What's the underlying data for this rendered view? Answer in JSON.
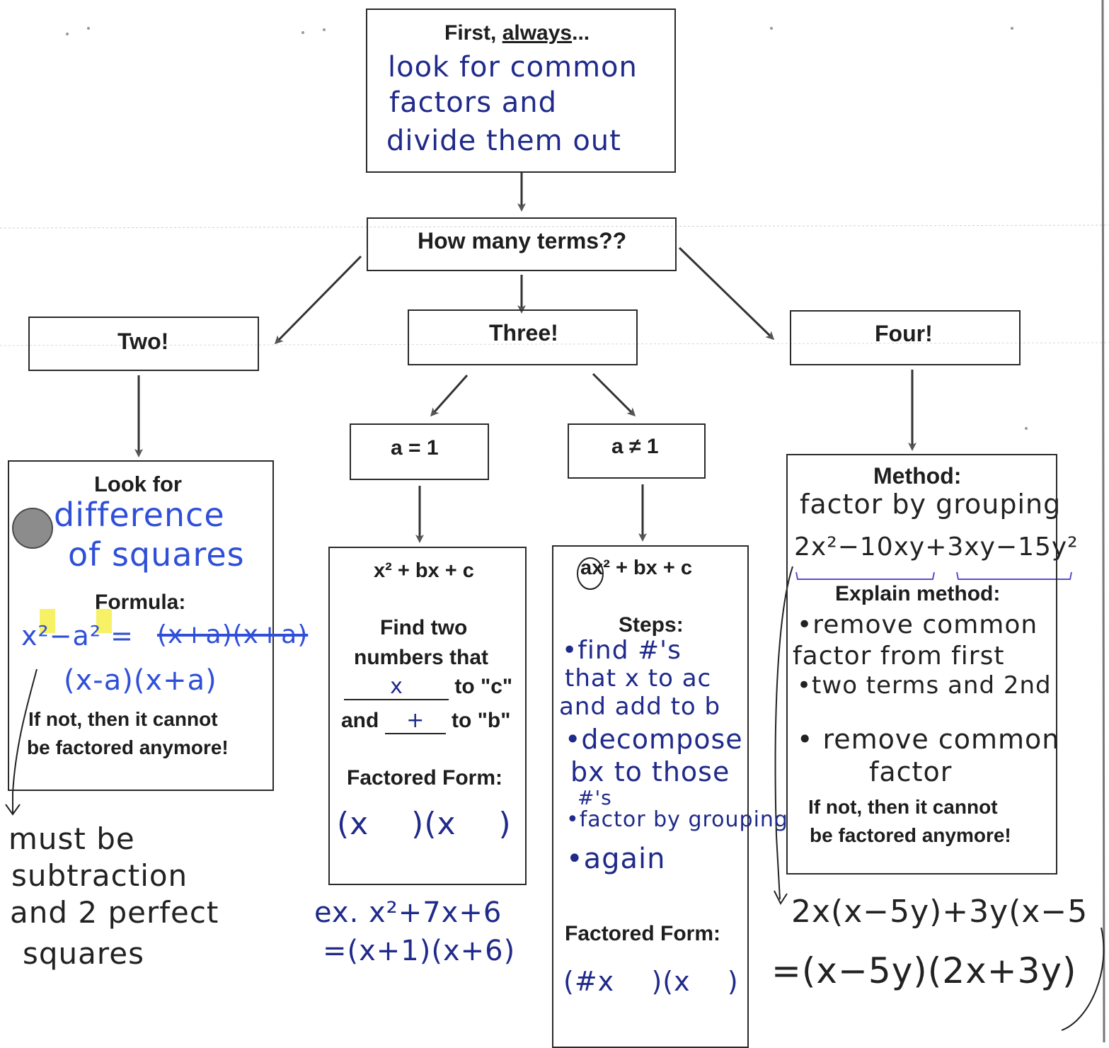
{
  "top": {
    "title_prefix": "First, ",
    "title_underlined": "always",
    "title_suffix": "...",
    "line1": "look for common",
    "line2": "factors and",
    "line3": "divide them out"
  },
  "question": "How many terms??",
  "branches": {
    "two": "Two!",
    "three": "Three!",
    "four": "Four!"
  },
  "a_equals_one": "a = 1",
  "a_not_one": "a ≠ 1",
  "two_box": {
    "look_for": "Look for",
    "hw1": "difference",
    "hw2": "of squares",
    "formula_label": "Formula:",
    "formula": "x²−a² =",
    "formula_scratch": "(x+a)(x+a)",
    "factored": "(x-a)(x+a)",
    "note1": "If not, then it cannot",
    "note2": "be factored anymore!"
  },
  "two_note": {
    "l1": "must be",
    "l2": "subtraction",
    "l3": "and 2 perfect",
    "l4": "squares"
  },
  "a1_box": {
    "expr": "x² + bx + c",
    "find1": "Find two",
    "find2": "numbers that",
    "blank1": "x",
    "to_c": "to \"c\"",
    "and": "and",
    "blank2": "+",
    "to_b": "to \"b\"",
    "factored_label": "Factored Form:",
    "factored": "(x    )(x    )"
  },
  "a1_example": {
    "l1": "ex. x²+7x+6",
    "l2": "=(x+1)(x+6)"
  },
  "an1_box": {
    "expr": "ax² + bx + c",
    "steps_label": "Steps:",
    "s1": "•find #'s",
    "s2": "that x to ac",
    "s3": "and add to b",
    "s4": "•decompose",
    "s5": "bx to those",
    "s6": "#'s",
    "s7": "•factor by grouping",
    "s8": "•again",
    "factored_label": "Factored Form:",
    "factored": "(#x    )(x    )"
  },
  "four_box": {
    "method_label": "Method:",
    "method": "factor by grouping",
    "example": "2x²−10xy+3xy−15y²",
    "explain_label": "Explain method:",
    "e1": "•remove common",
    "e2": "factor from first",
    "e3": "•two terms and 2nd",
    "e4": "• remove common",
    "e5": "factor",
    "note1": "If not, then it cannot",
    "note2": "be factored anymore!"
  },
  "four_result": {
    "l1": "2x(x−5y)+3y(x−5",
    "l2": "=(x−5y)(2x+3y)"
  }
}
